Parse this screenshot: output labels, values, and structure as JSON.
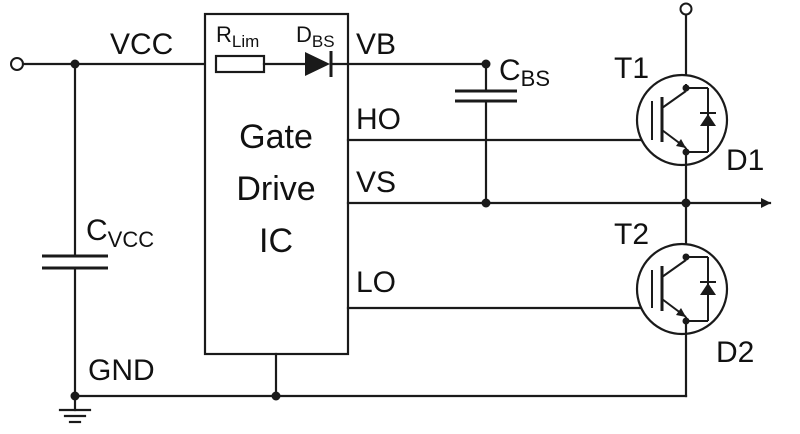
{
  "labels": {
    "vcc": "VCC",
    "r_main": "R",
    "r_sub": "Lim",
    "d_main": "D",
    "d_sub": "BS",
    "vb": "VB",
    "cbs_main": "C",
    "cbs_sub": "BS",
    "ho": "HO",
    "vs": "VS",
    "lo": "LO",
    "gnd": "GND",
    "cvcc_main": "C",
    "cvcc_sub": "VCC",
    "t1": "T1",
    "t2": "T2",
    "d1": "D1",
    "d2": "D2",
    "ic_line1": "Gate",
    "ic_line2": "Drive",
    "ic_line3": "IC"
  },
  "colors": {
    "ink": "#1a1a1a",
    "background": "#ffffff"
  }
}
